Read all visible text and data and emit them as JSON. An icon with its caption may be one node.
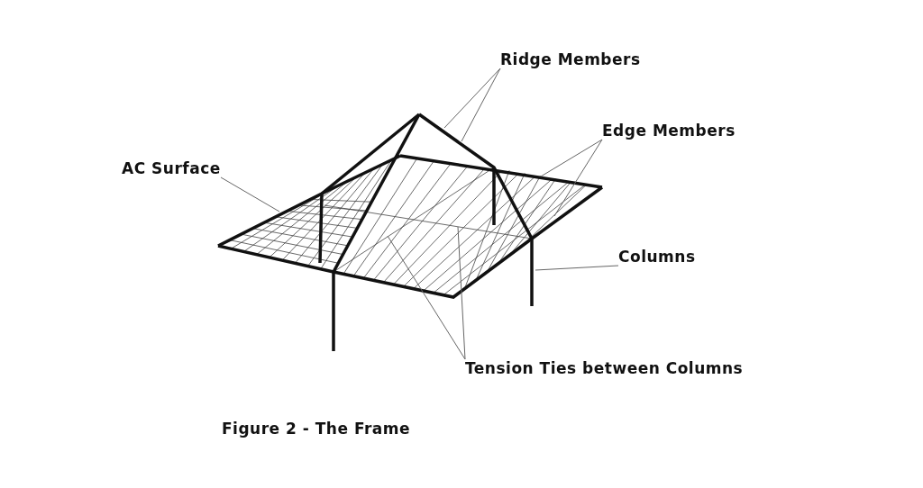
{
  "diagram": {
    "caption": "Figure 2 - The Frame",
    "nodes": [
      {
        "text": [
          "Ridge Members"
        ]
      },
      {
        "text": [
          "Edge Members"
        ]
      },
      {
        "text": [
          "AC Surface"
        ]
      },
      {
        "text": [
          "Columns"
        ]
      },
      {
        "text": [
          "Tension Ties between Columns"
        ]
      }
    ],
    "edges": [
      {
        "from": 0,
        "to": null,
        "arrow": "none"
      },
      {
        "from": 0,
        "to": null,
        "arrow": "none"
      },
      {
        "from": 1,
        "to": null,
        "arrow": "none"
      },
      {
        "from": 1,
        "to": null,
        "arrow": "none"
      },
      {
        "from": 2,
        "to": null,
        "arrow": "none"
      },
      {
        "from": 3,
        "to": null,
        "arrow": "none"
      },
      {
        "from": 4,
        "to": null,
        "arrow": "none"
      },
      {
        "from": 4,
        "to": null,
        "arrow": "none"
      }
    ]
  }
}
